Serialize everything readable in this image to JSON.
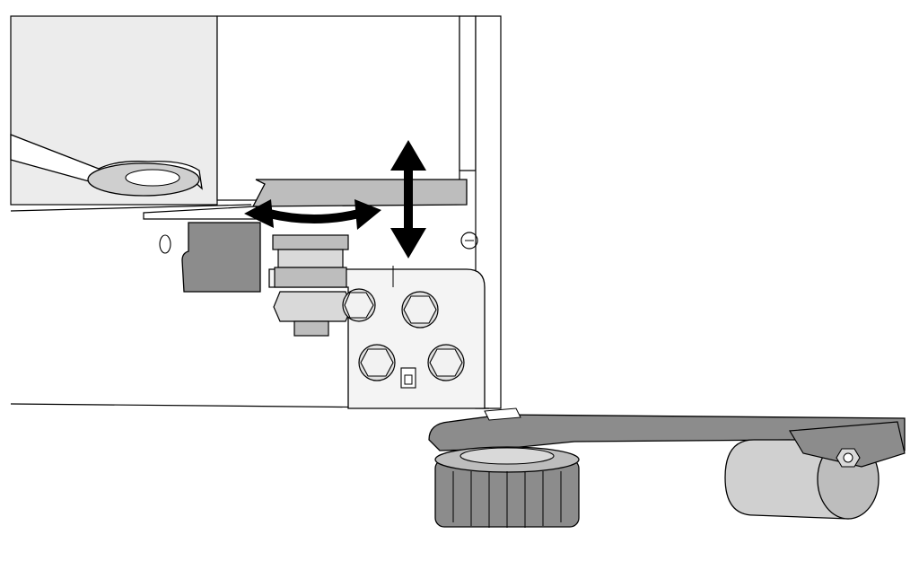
{
  "figure": {
    "subject": "appliance-foot-adjustment-illustration",
    "colors": {
      "background": "#ffffff",
      "outline": "#000000",
      "panel_light": "#f0f0f0",
      "panel_mid": "#d9d9d9",
      "metal_dark": "#8c8c8c",
      "metal_mid": "#bdbdbd",
      "arrow": "#000000"
    },
    "arrows": [
      {
        "name": "rotate-arrow",
        "meaning": "turn-left-right"
      },
      {
        "name": "vertical-arrow",
        "meaning": "up-down"
      }
    ],
    "parts": [
      "wrench",
      "leveling-foot",
      "roller-wheel",
      "mounting-bracket",
      "hex-nuts",
      "threaded-bolt",
      "cabinet-corner"
    ]
  }
}
